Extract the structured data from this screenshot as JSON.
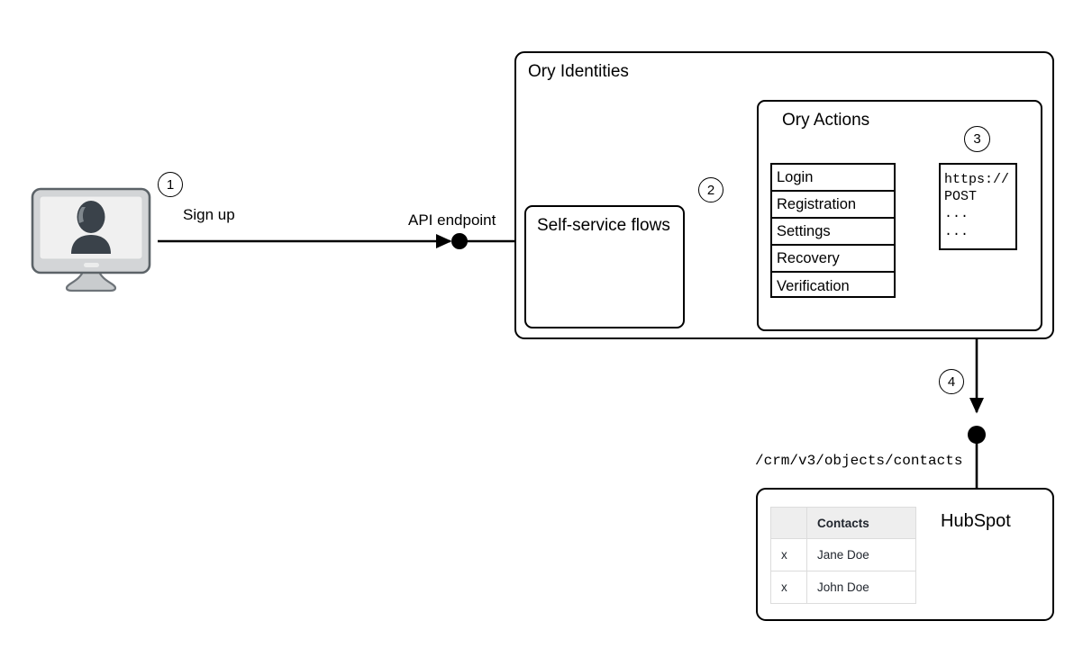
{
  "diagram": {
    "title_hidden": "Ory Identities to HubSpot registration webhook flow",
    "user_device": {
      "icon": "desktop-monitor-with-user-avatar-icon"
    },
    "steps": [
      {
        "number": "1"
      },
      {
        "number": "2"
      },
      {
        "number": "3"
      },
      {
        "number": "4"
      }
    ],
    "edges": {
      "signup_label": "Sign up",
      "api_endpoint_label": "API endpoint",
      "crm_path_label": "/crm/v3/objects/contacts"
    },
    "ory_identities": {
      "title": "Ory Identities",
      "self_service": {
        "title": "Self-service flows"
      },
      "ory_actions": {
        "title": "Ory Actions",
        "flows": [
          {
            "label": "Login"
          },
          {
            "label": "Registration"
          },
          {
            "label": "Settings"
          },
          {
            "label": "Recovery"
          },
          {
            "label": "Verification"
          }
        ],
        "webhook": {
          "lines": "https://\nPOST\n...\n..."
        }
      }
    },
    "hubspot": {
      "title": "HubSpot",
      "table": {
        "headers": [
          "",
          "Contacts"
        ],
        "rows": [
          {
            "mark": "x",
            "name": "Jane Doe"
          },
          {
            "mark": "x",
            "name": "John Doe"
          }
        ]
      }
    },
    "colors": {
      "stroke": "#000000",
      "background": "#ffffff",
      "monitor_bezel": "#d3d5d7",
      "monitor_screen": "#f0f0f0",
      "avatar": "#3a424a",
      "table_header_bg": "#eeeeee",
      "table_border": "#dcdcdc"
    }
  }
}
